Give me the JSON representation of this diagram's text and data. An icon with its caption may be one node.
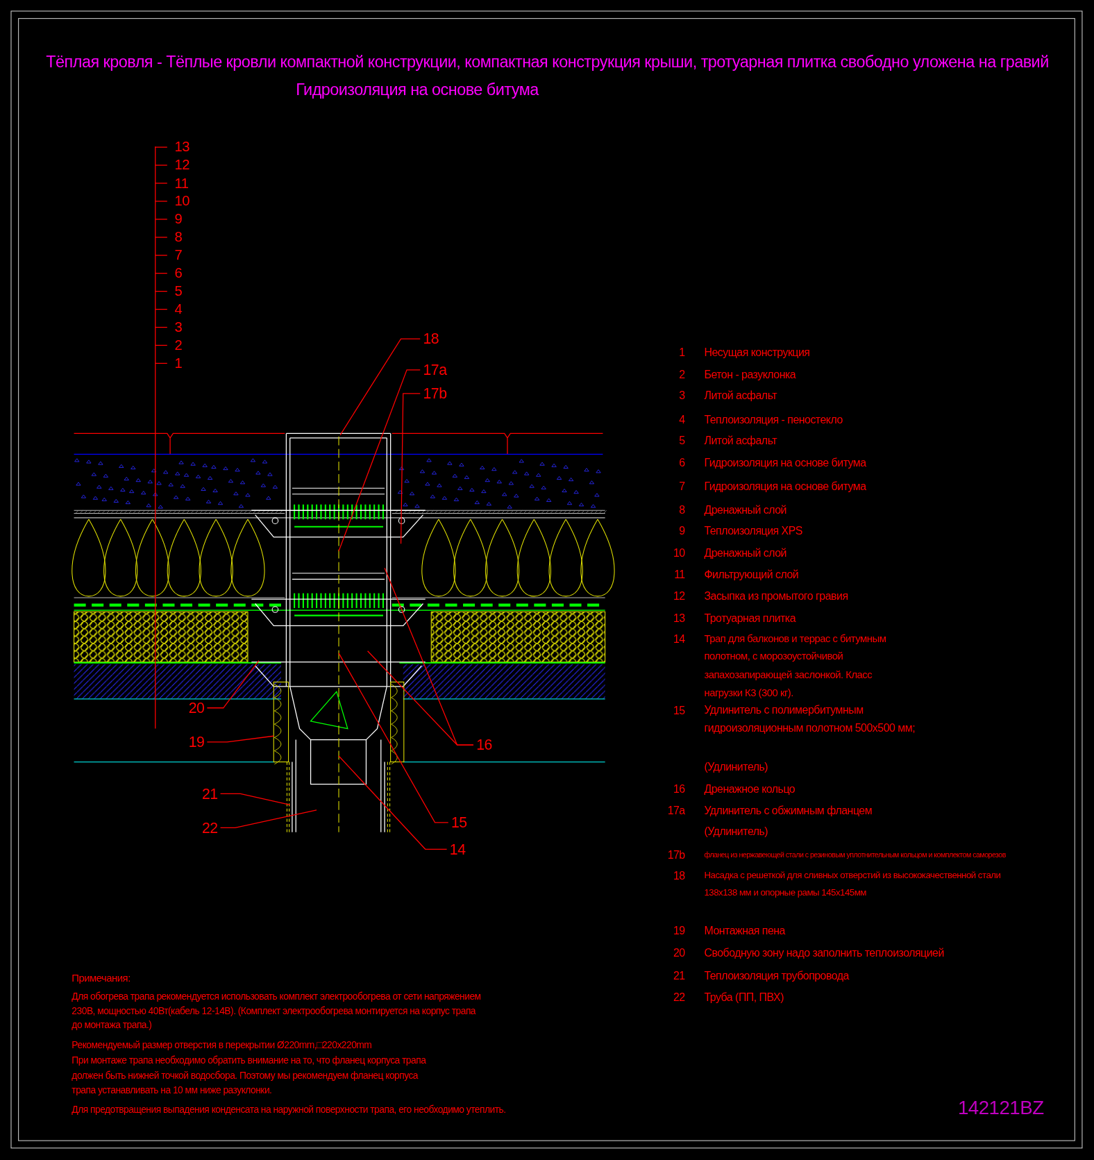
{
  "diagram": {
    "title": "Тёплая кровля - Тёплые кровли компактной конструкции, компактная конструкция крыши, тротуарная плитка свободно уложена на гравий",
    "nodes": [
      {
        "text": [
          "18"
        ]
      },
      {
        "text": [
          "17a"
        ]
      },
      {
        "text": [
          "17b"
        ]
      },
      {
        "text": [
          "16"
        ]
      },
      {
        "text": [
          "20"
        ]
      },
      {
        "text": [
          "19"
        ]
      },
      {
        "text": [
          "21"
        ]
      },
      {
        "text": [
          "22"
        ]
      },
      {
        "text": [
          "15"
        ]
      },
      {
        "text": [
          "14"
        ]
      }
    ],
    "edges": [
      {
        "from": 0,
        "to": null,
        "arrow": "none"
      },
      {
        "from": 1,
        "to": null,
        "arrow": "none"
      },
      {
        "from": 2,
        "to": null,
        "arrow": "none"
      },
      {
        "from": 3,
        "to": null,
        "arrow": "none"
      },
      {
        "from": 3,
        "to": null,
        "arrow": "none"
      },
      {
        "from": 4,
        "to": null,
        "arrow": "none"
      },
      {
        "from": 5,
        "to": null,
        "arrow": "none"
      },
      {
        "from": 6,
        "to": null,
        "arrow": "none"
      },
      {
        "from": 7,
        "to": null,
        "arrow": "none"
      },
      {
        "from": 8,
        "to": null,
        "arrow": "none"
      },
      {
        "from": 9,
        "to": null,
        "arrow": "none"
      }
    ],
    "labels": [
      "Гидроизоляция на основе битума",
      "13",
      "12",
      "11",
      "10",
      "9",
      "8",
      "7",
      "6",
      "5",
      "4",
      "3",
      "2",
      "1",
      "1",
      "Несущая конструкция",
      "2",
      "Бетон - разуклонка",
      "3",
      "Литой асфальт",
      "4",
      "Теплоизоляция - пеностекло",
      "5",
      "Литой асфальт",
      "6",
      "Гидроизоляция на основе битума",
      "7",
      "Гидроизоляция на основе битума",
      "8",
      "Дренажный слой",
      "9",
      "Теплоизоляция XPS",
      "10",
      "Дренажный слой",
      "11",
      "Фильтрующий слой",
      "12",
      "Засыпка из промытого гравия",
      "13",
      "Тротуарная плитка",
      "14",
      "Трап для балконов и террас с битумным полотном, с морозоустойчивой запахозапирающей заслонкой. Класс нагрузки К3 (300 кг).",
      "15",
      "Удлинитель с полимербитумным гидроизоляционным полотном 500x500 мм;",
      "(Удлинитель)",
      "16",
      "Дренажное кольцо",
      "17a",
      "Удлинитель с обжимным фланцем",
      "(Удлинитель)",
      "17b",
      "фланец из нержавеющей стали с резиновым уплотнительным кольцом и комплектом саморезов",
      "18",
      "Насадка с решеткой для сливных отверстий из высококачественной стали 138x138 мм и опорные рамы 145x145мм",
      "19",
      "Монтажная пена",
      "20",
      "Свободную зону надо заполнить теплоизоляцией",
      "21",
      "Теплоизоляция трубопровода",
      "22",
      "Труба (ПП, ПВХ)",
      "Примечания:",
      "Для обогрева трапа рекомендуется использовать комплект электрообогрева от сети напряжением 230В, мощностью 40Вт(кабель 12-14В). (Комплект электрообогрева монтируется на корпус трапа до монтажа трапа.)",
      "Рекомендуемый размер отверстия в перекрытии Ø220mm,□220x220mm",
      "При монтаже трапа необходимо обратить внимание на то, что фланец корпуса трапа должен быть нижней точкой водосбора. Поэтому мы рекомендуем фланец корпуса трапа устанавливать на 10 мм ниже разуклонки.",
      "Для предотвращения выпадения конденсата на наружной поверхности трапа, его необходимо утеплить.",
      "142121BZ"
    ]
  }
}
